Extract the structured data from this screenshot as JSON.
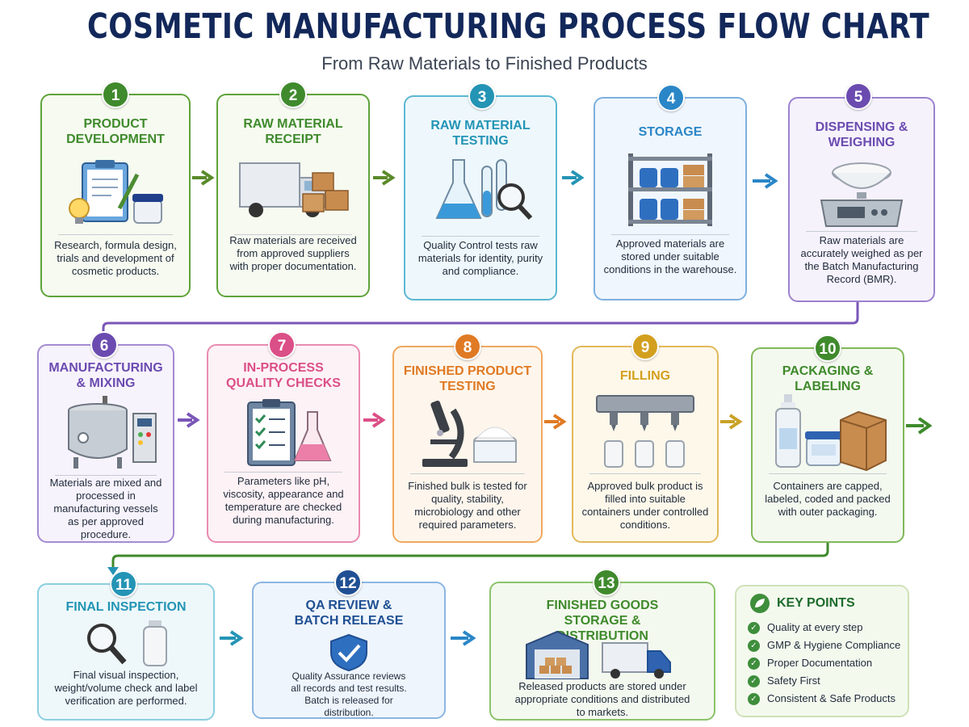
{
  "header": {
    "title": "COSMETIC MANUFACTURING PROCESS FLOW CHART",
    "subtitle": "From Raw Materials to Finished Products"
  },
  "colors": {
    "navy": "#13285a",
    "green": "#3f8a2c",
    "teal": "#2494b5",
    "blue": "#2a86c7",
    "purple": "#6b4bb0",
    "pink": "#db4f87",
    "orange": "#e07a24",
    "gold": "#d39f1e"
  },
  "steps": [
    {
      "number": "1",
      "title": "PRODUCT DEVELOPMENT",
      "desc": "Research, formula design, trials and development of cosmetic products.",
      "icon": "clipboard-bulb-jar-icon"
    },
    {
      "number": "2",
      "title": "RAW MATERIAL RECEIPT",
      "desc": "Raw materials are received from approved suppliers with proper documentation.",
      "icon": "truck-boxes-icon"
    },
    {
      "number": "3",
      "title": "RAW MATERIAL TESTING",
      "desc": "Quality Control tests raw materials for identity, purity and compliance.",
      "icon": "flask-magnifier-icon"
    },
    {
      "number": "4",
      "title": "STORAGE",
      "desc": "Approved materials are stored under suitable conditions in the warehouse.",
      "icon": "storage-rack-icon"
    },
    {
      "number": "5",
      "title": "DISPENSING & WEIGHING",
      "desc": "Raw materials are accurately weighed as per the Batch Manufacturing Record (BMR).",
      "icon": "weighing-scale-icon"
    },
    {
      "number": "6",
      "title": "MANUFACTURING & MIXING",
      "desc": "Materials are mixed and processed in manufacturing vessels as per approved procedure.",
      "icon": "mixing-vessel-icon"
    },
    {
      "number": "7",
      "title": "IN-PROCESS QUALITY CHECKS",
      "desc": "Parameters like pH, viscosity, appearance and temperature are checked during manufacturing.",
      "icon": "checklist-flask-icon"
    },
    {
      "number": "8",
      "title": "FINISHED PRODUCT TESTING",
      "desc": "Finished bulk is tested for quality, stability, microbiology and other required parameters.",
      "icon": "microscope-cream-icon"
    },
    {
      "number": "9",
      "title": "FILLING",
      "desc": "Approved bulk product is filled into suitable containers under controlled conditions.",
      "icon": "filling-machine-icon"
    },
    {
      "number": "10",
      "title": "PACKAGING & LABELING",
      "desc": "Containers are capped, labeled, coded and packed with outer packaging.",
      "icon": "bottle-jar-box-icon"
    },
    {
      "number": "11",
      "title": "FINAL INSPECTION",
      "desc": "Final visual inspection, weight/volume check and label verification are performed.",
      "icon": "magnifier-bottle-icon"
    },
    {
      "number": "12",
      "title": "QA REVIEW & BATCH RELEASE",
      "desc": "Quality Assurance reviews all records and test results. Batch is released for distribution.",
      "icon": "shield-check-icon"
    },
    {
      "number": "13",
      "title": "FINISHED GOODS STORAGE & DISTRIBUTION",
      "desc": "Released products are stored under appropriate conditions and distributed to markets.",
      "icon": "warehouse-truck-icon"
    }
  ],
  "key_points": {
    "title": "KEY POINTS",
    "icon": "leaf-icon",
    "items": [
      "Quality at every step",
      "GMP & Hygiene Compliance",
      "Proper Documentation",
      "Safety First",
      "Consistent & Safe Products"
    ]
  }
}
